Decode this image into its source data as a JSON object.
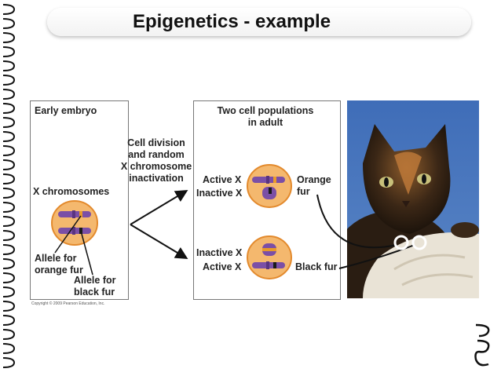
{
  "slide": {
    "title": "Epigenetics - example",
    "copyright": "Copyright © 2009 Pearson Education, Inc."
  },
  "figure": {
    "left_panel": {
      "heading": "Early embryo",
      "x_chromosomes": "X chromosomes",
      "allele_orange_line1": "Allele for",
      "allele_orange_line2": "orange fur",
      "allele_black_line1": "Allele for",
      "allele_black_line2": "black fur"
    },
    "process": {
      "line1": "Cell division",
      "line2": "and random",
      "line3": "X chromosome",
      "line4": "inactivation"
    },
    "right_panel": {
      "heading_line1": "Two cell populations",
      "heading_line2": "in adult",
      "top_cell": {
        "active": "Active X",
        "inactive": "Inactive X",
        "fur_line1": "Orange",
        "fur_line2": "fur"
      },
      "bottom_cell": {
        "inactive": "Inactive X",
        "active": "Active X",
        "fur": "Black fur"
      }
    }
  },
  "colors": {
    "chromosome": "#7b4fa6",
    "orange_allele": "#e89a2a",
    "black_allele": "#1a1a1a",
    "cell": "#f4b86e",
    "cell_border": "#e38a2d"
  }
}
